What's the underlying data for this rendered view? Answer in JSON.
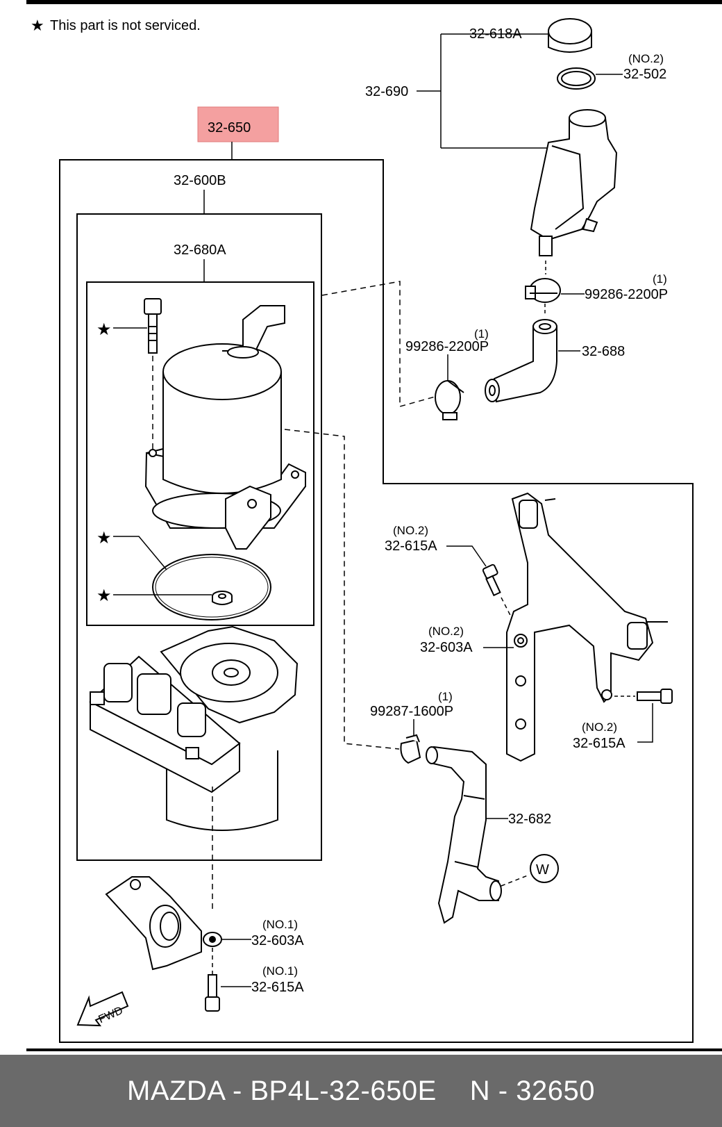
{
  "note": "This part is not serviced.",
  "highlight_label": "32-650",
  "labels": {
    "assembly": "32-600B",
    "motor": "32-680A",
    "cap": "32-618A",
    "tank": "32-690",
    "gasket_tank": "32-502",
    "gasket_tank_qty": "(NO.2)",
    "clamp_upper": "99286-2200P",
    "clamp_upper_qty": "(1)",
    "clamp_left": "99286-2200P",
    "clamp_left_qty": "(1)",
    "hose_upper": "32-688",
    "bolt_top": "32-615A",
    "bolt_top_qty": "(NO.2)",
    "bushing_mid": "32-603A",
    "bushing_mid_qty": "(NO.2)",
    "bolt_right": "32-615A",
    "bolt_right_qty": "(NO.2)",
    "clamp_lower": "99287-1600P",
    "clamp_lower_qty": "(1)",
    "hose_lower": "32-682",
    "ref_w": "W",
    "bushing_low": "32-603A",
    "bushing_low_qty": "(NO.1)",
    "bolt_low": "32-615A",
    "bolt_low_qty": "(NO.1)",
    "fwd": "FWD"
  },
  "footer": {
    "left": "MAZDA - BP4L-32-650E",
    "right": "N - 32650"
  }
}
